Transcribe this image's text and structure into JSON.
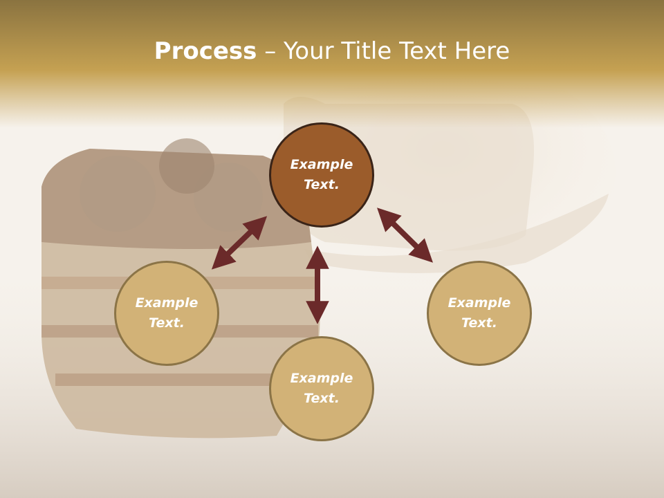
{
  "title": {
    "bold": "Process",
    "dash": " – ",
    "rest": "Your Title Text Here"
  },
  "nodes": {
    "center": "Example\nText.",
    "left": "Example\nText.",
    "bottom": "Example\nText.",
    "right": "Example\nText."
  },
  "colors": {
    "header_band": "#c29b4f",
    "center_fill": "#9b5c2b",
    "outer_fill": "#d2b277",
    "arrow": "#6b2a2a"
  }
}
